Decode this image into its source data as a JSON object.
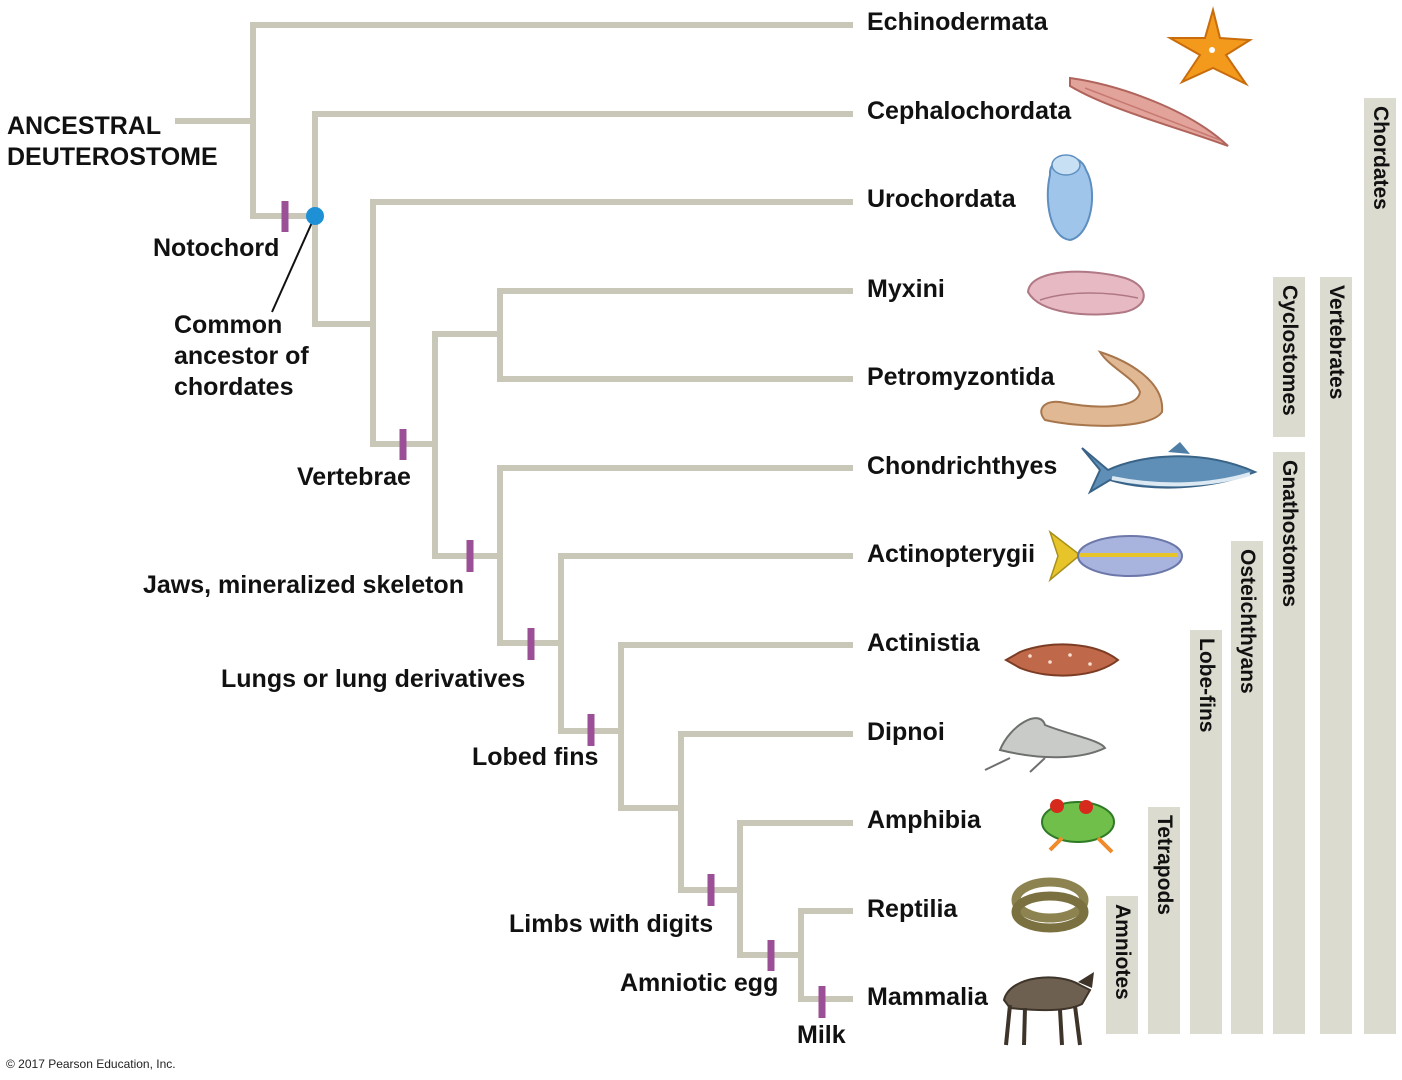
{
  "root_label": [
    "ANCESTRAL",
    "DEUTEROSTOME"
  ],
  "common_ancestor_label": [
    "Common",
    "ancestor of",
    "chordates"
  ],
  "taxa": [
    "Echinodermata",
    "Cephalochordata",
    "Urochordata",
    "Myxini",
    "Petromyzontida",
    "Chondrichthyes",
    "Actinopterygii",
    "Actinistia",
    "Dipnoi",
    "Amphibia",
    "Reptilia",
    "Mammalia"
  ],
  "traits": [
    "Notochord",
    "Vertebrae",
    "Jaws, mineralized skeleton",
    "Lungs or lung derivatives",
    "Lobed fins",
    "Limbs with digits",
    "Amniotic egg",
    "Milk"
  ],
  "clades": [
    "Chordates",
    "Vertebrates",
    "Cyclostomes",
    "Gnathostomes",
    "Osteichthyans",
    "Lobe-fins",
    "Tetrapods",
    "Amniotes"
  ],
  "copyright": "© 2017 Pearson Education, Inc.",
  "colors": {
    "branch": "#c9c8b8",
    "trait_mark": "#9b4f96",
    "ancestor_dot": "#1e90d6",
    "clade_bar": "#dcdbd0"
  },
  "organism_icons": [
    "starfish-icon",
    "lancelet-icon",
    "tunicate-icon",
    "hagfish-icon",
    "lamprey-icon",
    "shark-icon",
    "ray-finned-fish-icon",
    "coelacanth-icon",
    "lungfish-icon",
    "frog-icon",
    "snake-icon",
    "wildebeest-icon"
  ]
}
